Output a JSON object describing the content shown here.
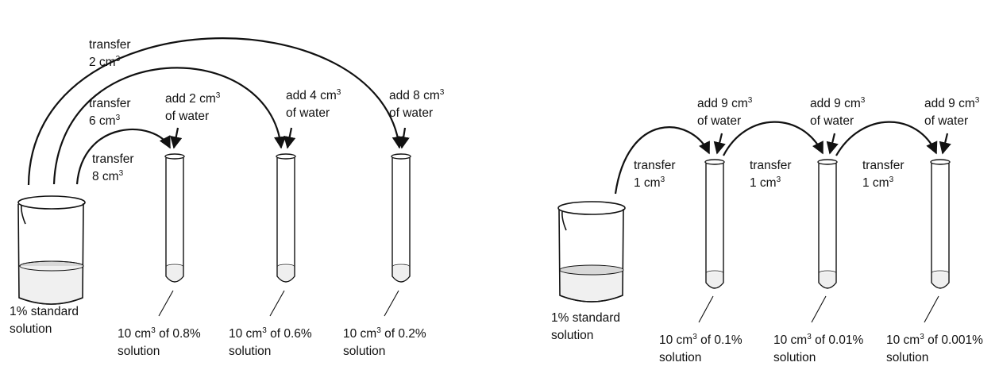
{
  "left_panel": {
    "beaker_label": {
      "line1": "1% standard",
      "line2": "solution"
    },
    "transfers": [
      {
        "word": "transfer",
        "amount": "2 cm",
        "sup": "3"
      },
      {
        "word": "transfer",
        "amount": "6 cm",
        "sup": "3"
      },
      {
        "word": "transfer",
        "amount": "8 cm",
        "sup": "3"
      }
    ],
    "additions": [
      {
        "prefix": "add 2 cm",
        "sup": "3",
        "line2": "of water"
      },
      {
        "prefix": "add 4 cm",
        "sup": "3",
        "line2": "of water"
      },
      {
        "prefix": "add 8 cm",
        "sup": "3",
        "line2": "of water"
      }
    ],
    "results": [
      {
        "prefix": "10 cm",
        "sup": "3",
        "suffix": " of 0.8%",
        "line2": "solution"
      },
      {
        "prefix": "10 cm",
        "sup": "3",
        "suffix": " of 0.6%",
        "line2": "solution"
      },
      {
        "prefix": "10 cm",
        "sup": "3",
        "suffix": " of 0.2%",
        "line2": "solution"
      }
    ]
  },
  "right_panel": {
    "beaker_label": {
      "line1": "1% standard",
      "line2": "solution"
    },
    "transfers": [
      {
        "word": "transfer",
        "amount": "1 cm",
        "sup": "3"
      },
      {
        "word": "transfer",
        "amount": "1 cm",
        "sup": "3"
      },
      {
        "word": "transfer",
        "amount": "1 cm",
        "sup": "3"
      }
    ],
    "additions": [
      {
        "prefix": "add 9 cm",
        "sup": "3",
        "line2": "of water"
      },
      {
        "prefix": "add 9 cm",
        "sup": "3",
        "line2": "of water"
      },
      {
        "prefix": "add 9 cm",
        "sup": "3",
        "line2": "of water"
      }
    ],
    "results": [
      {
        "prefix": "10 cm",
        "sup": "3",
        "suffix": " of 0.1%",
        "line2": "solution"
      },
      {
        "prefix": "10 cm",
        "sup": "3",
        "suffix": " of 0.01%",
        "line2": "solution"
      },
      {
        "prefix": "10 cm",
        "sup": "3",
        "suffix": " of 0.001%",
        "line2": "solution"
      }
    ]
  }
}
